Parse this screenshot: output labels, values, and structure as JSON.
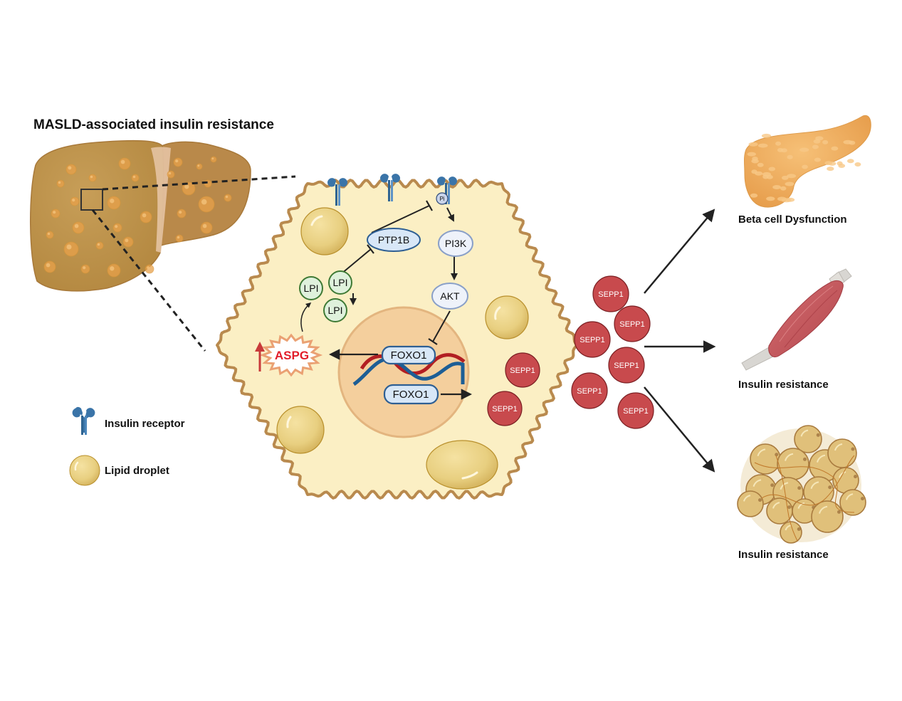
{
  "title": "MASLD-associated insulin resistance",
  "colors": {
    "liver": "#c3964e",
    "cell_fill": "#fbefc4",
    "cell_border": "#b98a4e",
    "nucleus": "#f4cf9d",
    "lipid": "#e8cf80",
    "receptor": "#3a74a8",
    "sepp1": "#c84a4d",
    "lpi_fill": "#dff1dc",
    "lpi_border": "#3f7a35",
    "protein_fill": "#eaf0fa",
    "ptp1b_fill": "#d8e7f7",
    "protein_border": "#2e5f93",
    "aspg_text": "#e21d2a",
    "up_arrow": "#c83a3a",
    "dna_blue": "#1d5e95",
    "dna_red": "#b21e22",
    "pancreas": "#eeaa5a",
    "muscle": "#c4575d",
    "adipose": "#e0c07a"
  },
  "pathway": {
    "pi": "Pi",
    "ptp1b": "PTP1B",
    "pi3k": "PI3K",
    "akt": "AKT",
    "lpi": [
      "LPI",
      "LPI",
      "LPI"
    ],
    "aspg": "ASPG",
    "foxo1_top": "FOXO1",
    "foxo1_bottom": "FOXO1",
    "sepp1_inside": [
      "SEPP1",
      "SEPP1"
    ],
    "sepp1_outside": [
      "SEPP1",
      "SEPP1",
      "SEPP1",
      "SEPP1",
      "SEPP1",
      "SEPP1"
    ]
  },
  "targets": [
    {
      "organ": "pancreas",
      "label": "Beta cell Dysfunction"
    },
    {
      "organ": "muscle",
      "label": "Insulin resistance"
    },
    {
      "organ": "adipose",
      "label": "Insulin resistance"
    }
  ],
  "legend": [
    {
      "icon": "insulin-receptor-icon",
      "label": "Insulin receptor"
    },
    {
      "icon": "lipid-droplet-icon",
      "label": "Lipid droplet"
    }
  ]
}
